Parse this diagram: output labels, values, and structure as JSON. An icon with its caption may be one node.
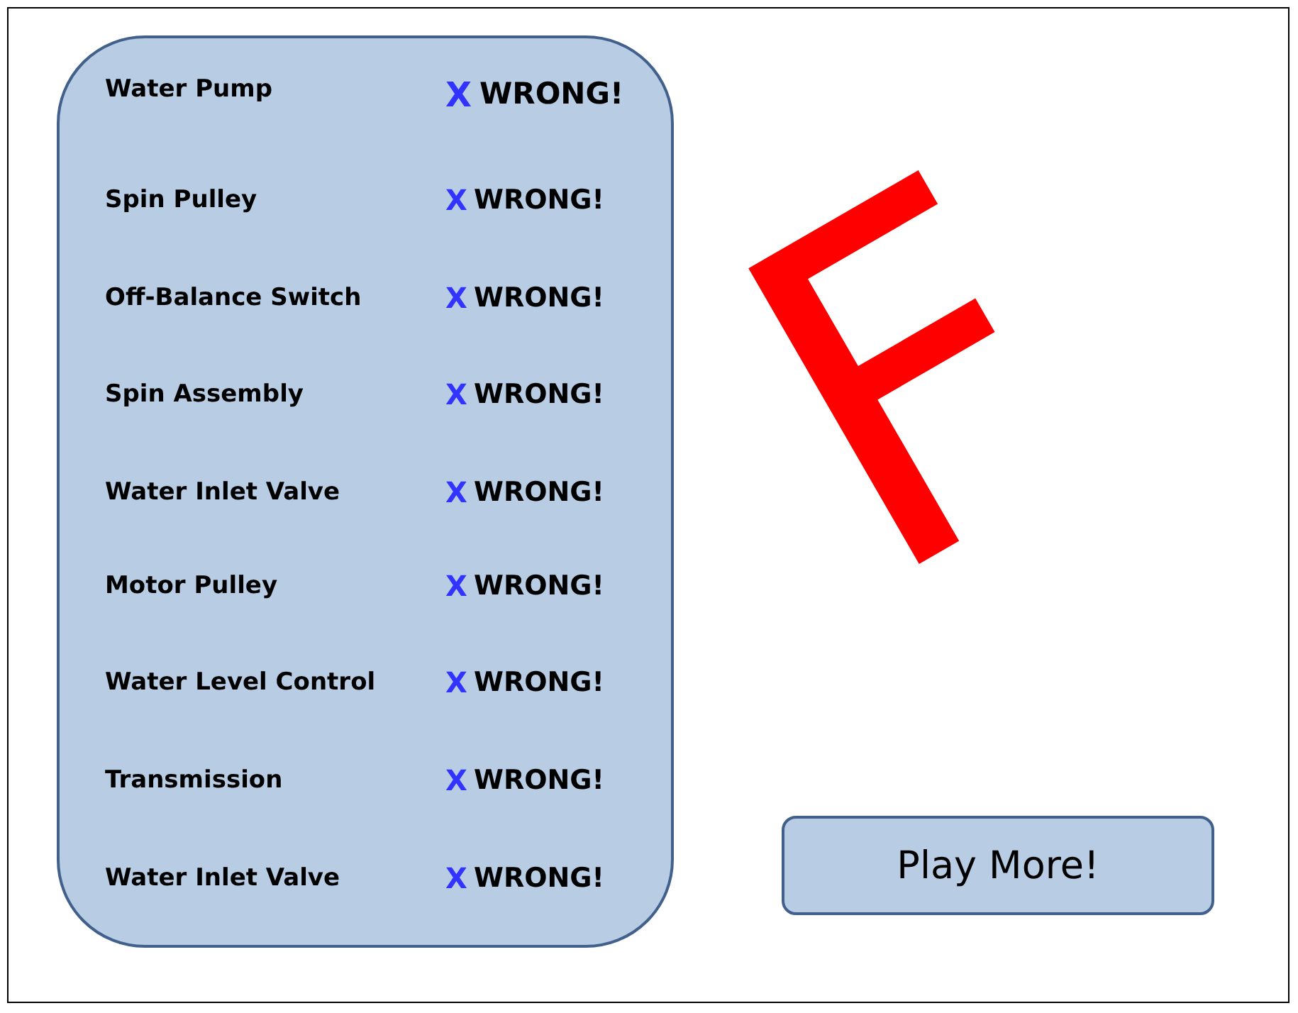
{
  "diagram": {
    "nodes": [
      {
        "text": [],
        "shape": "box"
      },
      {
        "text": [
          "Play More!"
        ]
      }
    ],
    "edges": [],
    "labels": [
      "Water Pump",
      "X",
      "WRONG!",
      "Spin Pulley",
      "X",
      "WRONG!",
      "Off-Balance Switch",
      "X",
      "WRONG!",
      "Spin Assembly",
      "X",
      "WRONG!",
      "Water Inlet Valve",
      "X",
      "WRONG!",
      "Motor Pulley",
      "X",
      "WRONG!",
      "Water Level Control",
      "X",
      "WRONG!",
      "Transmission",
      "X",
      "WRONG!",
      "Water Inlet Valve",
      "X",
      "WRONG!",
      "F"
    ]
  }
}
